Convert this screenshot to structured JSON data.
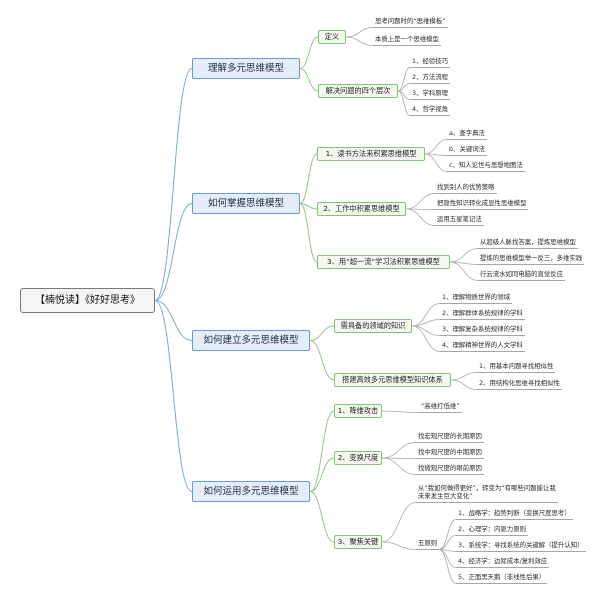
{
  "root": {
    "label": "【楠悦读】《好好思考》"
  },
  "branches": [
    {
      "label": "理解多元思维模型",
      "children": [
        {
          "label": "定义",
          "children": [
            {
              "label": "思考问题时的“思维模板”"
            },
            {
              "label": "本质上是一个思维模型"
            }
          ]
        },
        {
          "label": "解决问题的四个层次",
          "children": [
            {
              "label": "1、经验技巧"
            },
            {
              "label": "2、方法流程"
            },
            {
              "label": "3、学科原理"
            },
            {
              "label": "4、哲学视角"
            }
          ]
        }
      ]
    },
    {
      "label": "如何掌握思维模型",
      "children": [
        {
          "label": "1、读书方法来积累思维模型",
          "children": [
            {
              "label": "a、查字典法"
            },
            {
              "label": "b、关键词法"
            },
            {
              "label": "c、知人论世与思想地图法"
            }
          ]
        },
        {
          "label": "2、工作中积累思维模型",
          "children": [
            {
              "label": "找到别人的优势策略"
            },
            {
              "label": "把隐性知识转化成显性思维模型"
            },
            {
              "label": "运用五星笔记法"
            }
          ]
        },
        {
          "label": "3、用“超一流”学习法积累思维模型",
          "children": [
            {
              "label": "从超级人脉找答案，提炼思维模型"
            },
            {
              "label": "提炼的思维模型举一反三，多维实践"
            },
            {
              "label": "行云流水如同电脑的直觉反应"
            }
          ]
        }
      ]
    },
    {
      "label": "如何建立多元思维模型",
      "children": [
        {
          "label": "需具备的领域的知识",
          "children": [
            {
              "label": "1、理解物质世界的领域"
            },
            {
              "label": "2、理解群体系统规律的学科"
            },
            {
              "label": "3、理解复杂系统规律的学科"
            },
            {
              "label": "4、理解精神世界的人文学科"
            }
          ]
        },
        {
          "label": "搭建高效多元思维模型知识体系",
          "children": [
            {
              "label": "1、用基本问题寻找相似性"
            },
            {
              "label": "2、用结构化思维寻找相似性"
            }
          ]
        }
      ]
    },
    {
      "label": "如何运用多元思维模型",
      "children": [
        {
          "label": "1、降维攻击",
          "children": [
            {
              "label": "“高维打低维”"
            }
          ]
        },
        {
          "label": "2、变换尺度",
          "children": [
            {
              "label": "找宏观尺度的长期原因"
            },
            {
              "label": "找中观尺度的中期原因"
            },
            {
              "label": "找微观尺度的眼前原因"
            }
          ]
        },
        {
          "label": "3、聚焦关键",
          "children": [
            {
              "label": "从“我如何做得更好”，转变为“有哪些问题能让我未来发生巨大变化”"
            },
            {
              "label": "五原则",
              "children": [
                {
                  "label": "1、战略学：趋势判断（变换尺度思考）"
                },
                {
                  "label": "2、心理学：内驱力原则"
                },
                {
                  "label": "3、系统学：寻找系统的关键解（提升认知）"
                },
                {
                  "label": "4、经济学：边际成本/复利效应"
                },
                {
                  "label": "5、正面黑天鹅（非线性后果）"
                }
              ]
            }
          ]
        }
      ]
    }
  ]
}
